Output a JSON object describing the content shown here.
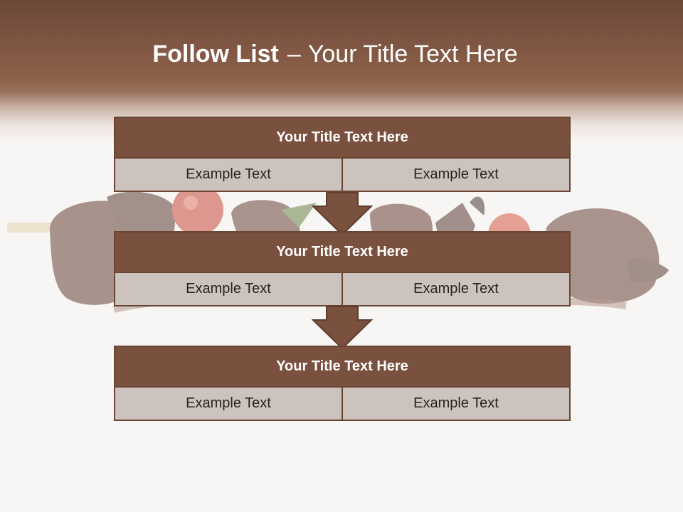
{
  "slide": {
    "title_bold": "Follow List",
    "title_separator": "–",
    "title_rest": "Your Title Text Here"
  },
  "colors": {
    "header": "#7d5442",
    "block_title": "#7a503e",
    "block_border": "#6a4534",
    "cell": "#cdc3be",
    "background": "#f8f6f4"
  },
  "blocks": [
    {
      "title": "Your Title Text Here",
      "left": "Example Text",
      "right": "Example Text"
    },
    {
      "title": "Your Title Text Here",
      "left": "Example Text",
      "right": "Example Text"
    },
    {
      "title": "Your Title Text Here",
      "left": "Example Text",
      "right": "Example Text"
    }
  ]
}
